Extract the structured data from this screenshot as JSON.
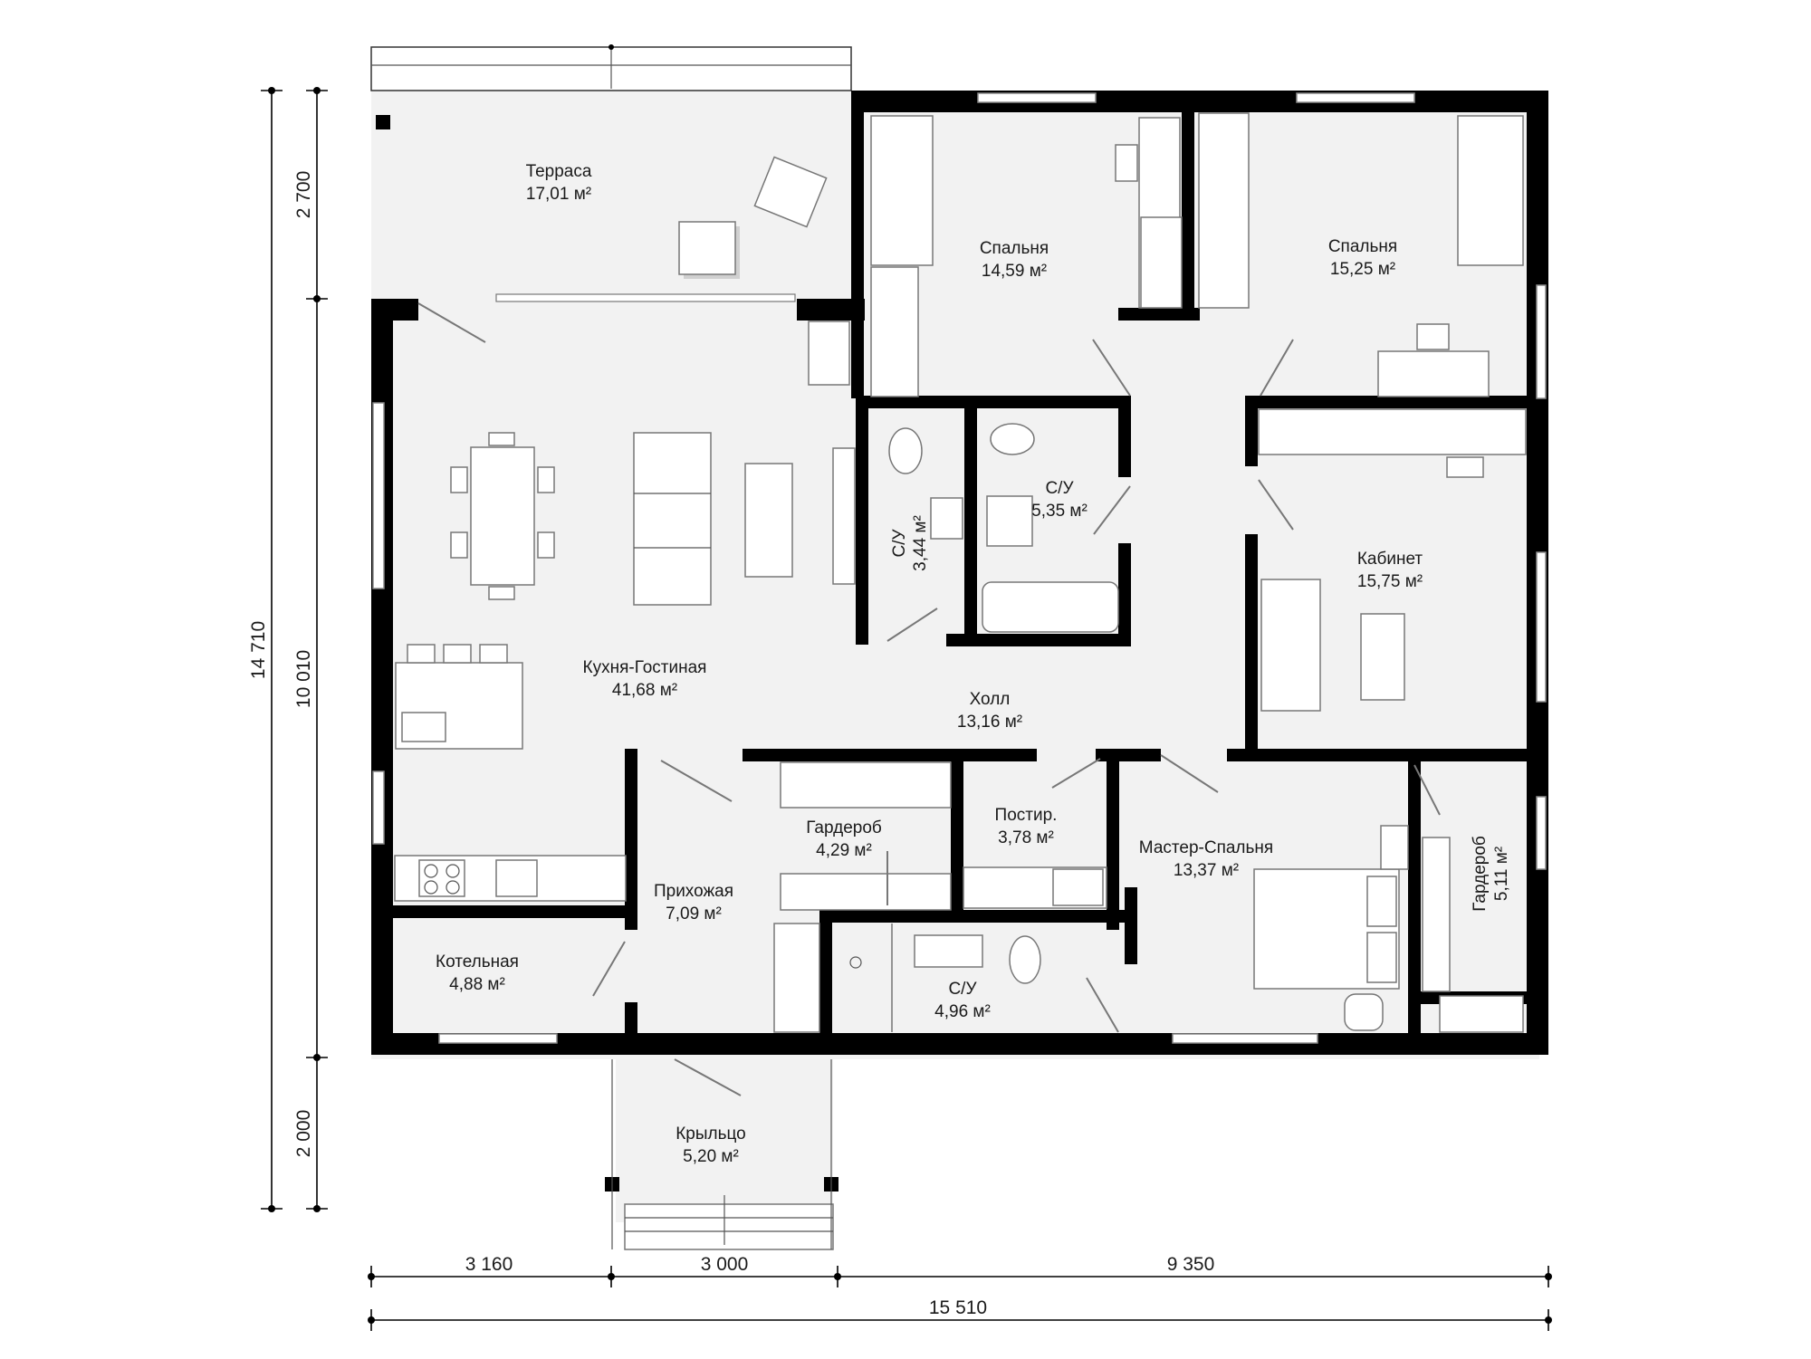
{
  "rooms": [
    {
      "id": "terrace",
      "name": "Терраса",
      "area": "17,01 м²"
    },
    {
      "id": "bedroom1",
      "name": "Спальня",
      "area": "14,59 м²"
    },
    {
      "id": "bedroom2",
      "name": "Спальня",
      "area": "15,25 м²"
    },
    {
      "id": "bath1",
      "name": "С/У",
      "area": "5,35 м²"
    },
    {
      "id": "bath2",
      "name": "С/У",
      "area": "3,44 м²"
    },
    {
      "id": "office",
      "name": "Кабинет",
      "area": "15,75 м²"
    },
    {
      "id": "kitchen",
      "name": "Кухня-Гостиная",
      "area": "41,68 м²"
    },
    {
      "id": "hall",
      "name": "Холл",
      "area": "13,16 м²"
    },
    {
      "id": "wardrobe1",
      "name": "Гардероб",
      "area": "4,29 м²"
    },
    {
      "id": "laundry",
      "name": "Постир.",
      "area": "3,78 м²"
    },
    {
      "id": "master",
      "name": "Мастер-Спальня",
      "area": "13,37 м²"
    },
    {
      "id": "wardrobe2",
      "name": "Гардероб",
      "area": "5,11 м²"
    },
    {
      "id": "entry",
      "name": "Прихожая",
      "area": "7,09 м²"
    },
    {
      "id": "boiler",
      "name": "Котельная",
      "area": "4,88 м²"
    },
    {
      "id": "bath3",
      "name": "С/У",
      "area": "4,96 м²"
    },
    {
      "id": "porch",
      "name": "Крыльцо",
      "area": "5,20 м²"
    }
  ],
  "dimensions": {
    "total_height": "14 710",
    "inner_height": "10 010",
    "top_height": "2 700",
    "bottom_height": "2 000",
    "width_left": "3 160",
    "width_mid": "3 000",
    "width_right": "9 350",
    "total_width": "15 510"
  },
  "colors": {
    "wall": "#000000",
    "floor": "#f2f2f2",
    "furniture": "#ffffff"
  }
}
